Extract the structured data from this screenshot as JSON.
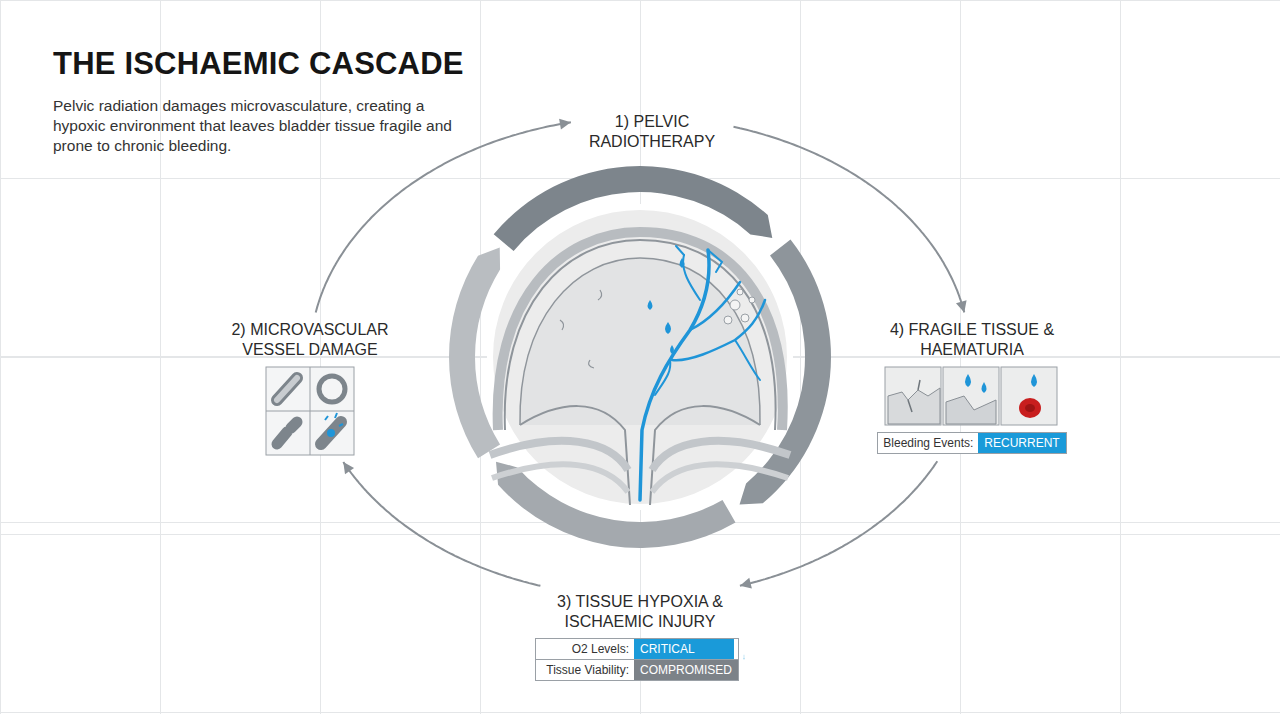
{
  "diagram": {
    "title": "THE ISCHAEMIC CASCADE",
    "caption": "Pelvic radiation damages microvasculature, creating a hypoxic environment that leaves bladder tissue fragile and prone to chronic bleeding.",
    "nodes": [
      {
        "text": [
          "1) PELVIC RADIOTHERAPY"
        ]
      },
      {
        "text": [
          "2) MICROVASCULAR VESSEL DAMAGE"
        ]
      },
      {
        "text": [
          "3) TISSUE HYPOXIA & ISCHAEMIC INJURY"
        ]
      },
      {
        "text": [
          "4) FRAGILE TISSUE & HAEMATURIA"
        ]
      }
    ],
    "edges": [
      {
        "from": 0,
        "to": 3,
        "arrow": "to"
      },
      {
        "from": 3,
        "to": 2,
        "arrow": "to"
      },
      {
        "from": 2,
        "to": 1,
        "arrow": "to"
      },
      {
        "from": 1,
        "to": 0,
        "arrow": "to"
      }
    ],
    "labels": [
      "Bleeding Events:",
      "RECURRENT",
      "O2 Levels:",
      "CRITICAL",
      "Tissue Viability:",
      "COMPROMISED"
    ]
  }
}
